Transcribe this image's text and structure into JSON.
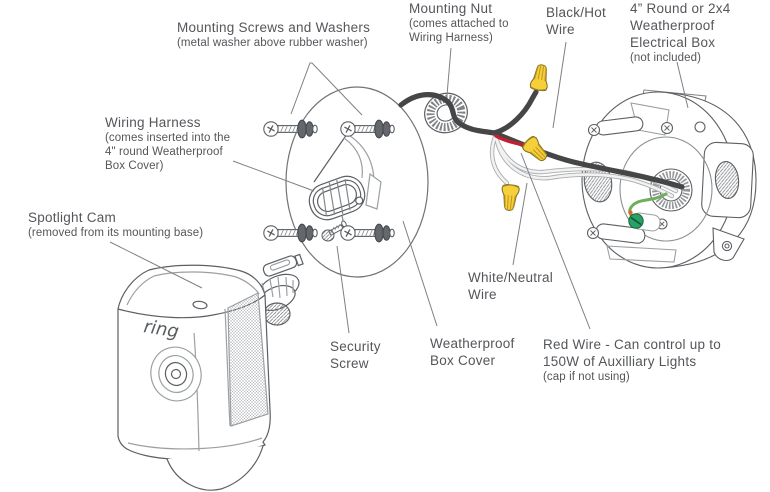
{
  "labels": {
    "mounting_screws": {
      "title": "Mounting Screws and Washers",
      "subtitle": "(metal washer above rubber washer)"
    },
    "mounting_nut": {
      "title": "Mounting Nut",
      "subtitle": [
        "(comes attached to",
        "Wiring Harness)"
      ]
    },
    "black_hot_wire": {
      "title": [
        "Black/Hot",
        "Wire"
      ]
    },
    "electrical_box": {
      "title": [
        "4” Round or 2x4",
        "Weatherproof",
        "Electrical Box"
      ],
      "subtitle": "(not included)"
    },
    "wiring_harness": {
      "title": "Wiring Harness",
      "subtitle": [
        "(comes inserted into the",
        "4\" round Weatherproof",
        "Box Cover)"
      ]
    },
    "spotlight_cam": {
      "title": "Spotlight Cam",
      "subtitle": "(removed from its mounting base)"
    },
    "security_screw": {
      "title": [
        "Security",
        "Screw"
      ]
    },
    "weatherproof_box_cover": {
      "title": [
        "Weatherproof",
        "Box Cover"
      ]
    },
    "white_neutral_wire": {
      "title": [
        "White/Neutral",
        "Wire"
      ]
    },
    "red_wire": {
      "title": [
        "Red Wire - Can control up to",
        "150W of Auxilliary Lights"
      ],
      "subtitle": "(cap if not using)"
    }
  },
  "camera_logo": "ring",
  "colors": {
    "label_text": "#53565a",
    "line_art": "#5c5f63",
    "line_art_light": "#9ba0a3",
    "leader_line": "#7d8184",
    "wire_black": "#464646",
    "wire_red": "#c22133",
    "wire_white": "#f2f2f2",
    "wire_white_edge": "#a9adb0",
    "wire_green": "#6fae5a",
    "wire_nut_yellow": "#f5d03a",
    "wire_nut_ridge": "#c49a20",
    "ground_screw_green": "#2aa065",
    "ground_dot_orange": "#e2662c",
    "washer_dark": "#64676b"
  }
}
